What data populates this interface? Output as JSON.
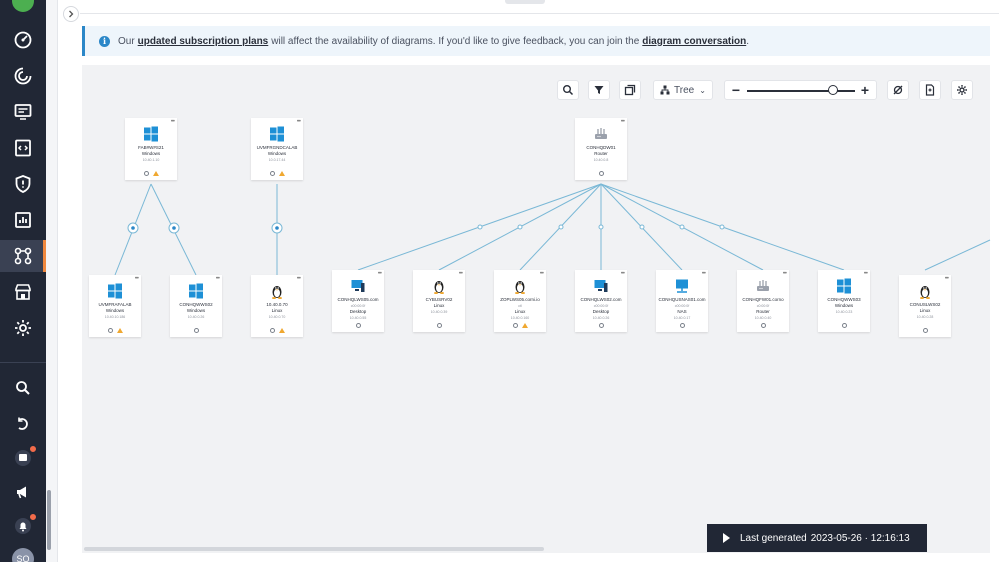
{
  "sidebar": {
    "avatar_initials": "SO",
    "items": [
      {
        "name": "dashboard-icon"
      },
      {
        "name": "analytics-icon"
      },
      {
        "name": "devices-icon"
      },
      {
        "name": "scripts-icon"
      },
      {
        "name": "security-icon"
      },
      {
        "name": "reports-icon"
      },
      {
        "name": "diagrams-icon"
      },
      {
        "name": "store-icon"
      },
      {
        "name": "settings-icon"
      }
    ],
    "bottom_items": [
      {
        "name": "search-icon"
      },
      {
        "name": "undo-icon"
      },
      {
        "name": "chat-icon"
      },
      {
        "name": "announcements-icon"
      },
      {
        "name": "notifications-icon"
      }
    ]
  },
  "banner": {
    "prefix": "Our",
    "link1": "updated subscription plans",
    "middle": "will affect the availability of diagrams. If you'd like to give feedback, you can join the",
    "link2": "diagram conversation",
    "suffix": "."
  },
  "toolbar": {
    "view_mode": "Tree",
    "zoom_level": 0.8
  },
  "nodes": [
    {
      "name": "FAB#W#S21",
      "type": "Windows",
      "ip": "10.40.1.10",
      "icon": "windows",
      "warn": true
    },
    {
      "name": "UVMFRGNDCALAB",
      "type": "Windows",
      "ip": "10.0.17.44",
      "icon": "windows",
      "warn": true
    },
    {
      "name": "CONHQDW01",
      "type": "Router",
      "ip": "10.40.0.8",
      "icon": "router",
      "warn": false
    },
    {
      "name": "UVMFRAFALAB",
      "type": "Windows",
      "ip": "10.40.10.186",
      "icon": "windows",
      "warn": true
    },
    {
      "name": "CONHQWWS02",
      "type": "Windows",
      "ip": "10.40.0.26",
      "icon": "windows",
      "warn": false
    },
    {
      "name": "10.40.0.70",
      "type": "Linux",
      "ip": "10.40.0.70",
      "icon": "linux",
      "warn": true
    },
    {
      "name": "CONHQLWS05.com",
      "type": "Desktop",
      "ip": "10.40.0.55",
      "extra": "c00:00:0f",
      "icon": "desktop",
      "warn": false
    },
    {
      "name": "CYBUSRV02",
      "type": "Linux",
      "ip": "10.40.0.39",
      "icon": "linux",
      "warn": false
    },
    {
      "name": "ZOPLWS05.corni.io",
      "type": "Linux",
      "ip": "10.40.0.160",
      "extra": "ctl",
      "icon": "linux",
      "warn": true
    },
    {
      "name": "CONHQLWS02.com",
      "type": "Desktop",
      "ip": "10.40.0.26",
      "extra": "c00:00:0f",
      "icon": "desktop",
      "warn": false
    },
    {
      "name": "CONHQUSNAS01.com",
      "type": "NAS",
      "ip": "10.40.0.17",
      "extra": "c00:00:0f",
      "icon": "nas",
      "warn": false
    },
    {
      "name": "CONHQFW01.corno",
      "type": "Router",
      "ip": "10.40.0.40",
      "extra": "c0:00:0f",
      "icon": "router",
      "warn": false
    },
    {
      "name": "CONHQWWS03",
      "type": "Windows",
      "ip": "10.40.0.23",
      "icon": "windows",
      "warn": false
    },
    {
      "name": "CONUSLWS02",
      "type": "Linux",
      "ip": "10.40.0.28",
      "icon": "linux",
      "warn": false
    }
  ],
  "status": {
    "last_generated_label": "Last generated",
    "last_generated_value": "2023-05-26 · 12:16:13"
  },
  "colors": {
    "sidebar": "#212735",
    "accent": "#f0883e",
    "edge": "#7ab8d6",
    "banner_border": "#2b87c8"
  }
}
